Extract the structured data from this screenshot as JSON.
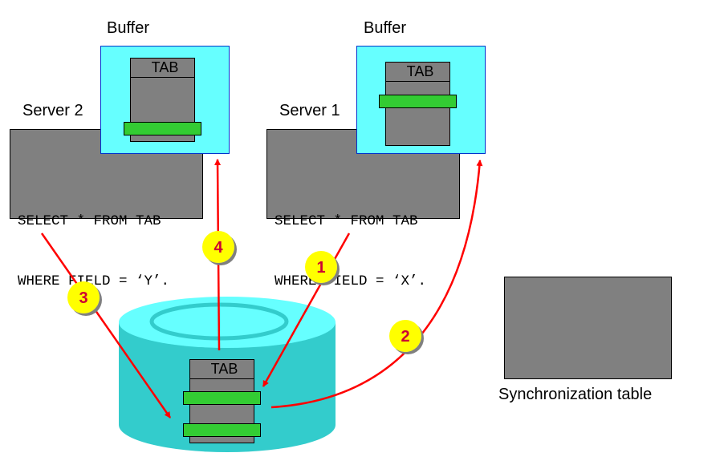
{
  "diagram": {
    "server2": {
      "label": "Server 2",
      "sql_line1": "SELECT * FROM TAB",
      "sql_line2": "WHERE FIELD = ‘Y’.",
      "buffer_label": "Buffer",
      "table_label": "TAB"
    },
    "server1": {
      "label": "Server 1",
      "sql_line1": "SELECT * FROM TAB",
      "sql_line2": "WHERE FIELD = ‘X’.",
      "buffer_label": "Buffer",
      "table_label": "TAB"
    },
    "database": {
      "table_label": "TAB"
    },
    "sync_table": {
      "label": "Synchronization table"
    },
    "steps": [
      {
        "number": "1"
      },
      {
        "number": "2"
      },
      {
        "number": "3"
      },
      {
        "number": "4"
      }
    ],
    "colors": {
      "arrow": "#ff0000",
      "step_badge": "#ffff00",
      "step_text": "#cc0033",
      "buffer_fill": "#66ffff",
      "db_fill": "#33cccc",
      "table_fill": "#808080",
      "row_fill": "#33cc33"
    }
  }
}
